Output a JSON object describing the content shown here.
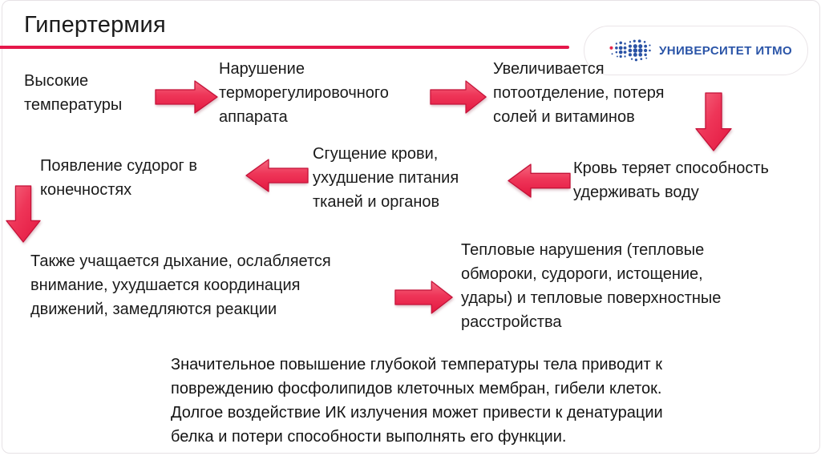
{
  "title": "Гипертермия",
  "logo": {
    "university": "УНИВЕРСИТЕТ ИТМО"
  },
  "colors": {
    "accent_line": "#e5174a",
    "arrow_light": "#f4697f",
    "arrow_dark": "#e31740",
    "arrow_outline": "#c41138",
    "logo_blue": "#2b55a8",
    "logo_red_dot": "#e8274b",
    "text": "#1a1a1a"
  },
  "diagram": {
    "nodes": [
      {
        "id": "high-temperatures",
        "text": "Высокие\nтемпературы"
      },
      {
        "id": "thermoregulation-failure",
        "text": "Нарушение\nтерморегулировочного\nаппарата"
      },
      {
        "id": "sweating-increase",
        "text": "Увеличивается\nпотоотделение, потеря\nсолей и витаминов"
      },
      {
        "id": "limb-cramps",
        "text": "Появление судорог в\nконечностях"
      },
      {
        "id": "blood-thickening",
        "text": "Сгущение крови,\nухудшение питания\nтканей и органов"
      },
      {
        "id": "blood-water-loss",
        "text": "Кровь теряет способность\nудерживать воду"
      },
      {
        "id": "breathing-coordination",
        "text": "Также учащается дыхание, ослабляется\nвнимание, ухудшается координация\nдвижений, замедляются реакции"
      },
      {
        "id": "heat-disorders",
        "text": "Тепловые нарушения (тепловые\nобмороки, судороги, истощение,\nудары) и тепловые поверхностные\nрасстройства"
      }
    ],
    "arrows": [
      {
        "from": "high-temperatures",
        "to": "thermoregulation-failure",
        "direction": "right"
      },
      {
        "from": "thermoregulation-failure",
        "to": "sweating-increase",
        "direction": "right"
      },
      {
        "from": "sweating-increase",
        "to": "blood-water-loss",
        "direction": "down"
      },
      {
        "from": "blood-water-loss",
        "to": "blood-thickening",
        "direction": "left"
      },
      {
        "from": "blood-thickening",
        "to": "limb-cramps",
        "direction": "left"
      },
      {
        "from": "limb-cramps",
        "to": "breathing-coordination",
        "direction": "down"
      },
      {
        "from": "breathing-coordination",
        "to": "heat-disorders",
        "direction": "right"
      }
    ]
  },
  "footer": "Значительное повышение глубокой температуры тела приводит к\nповреждению фосфолипидов клеточных мембран, гибели клеток.\nДолгое воздействие ИК излучения может привести к денатурации\nбелка и потери способности выполнять его функции."
}
